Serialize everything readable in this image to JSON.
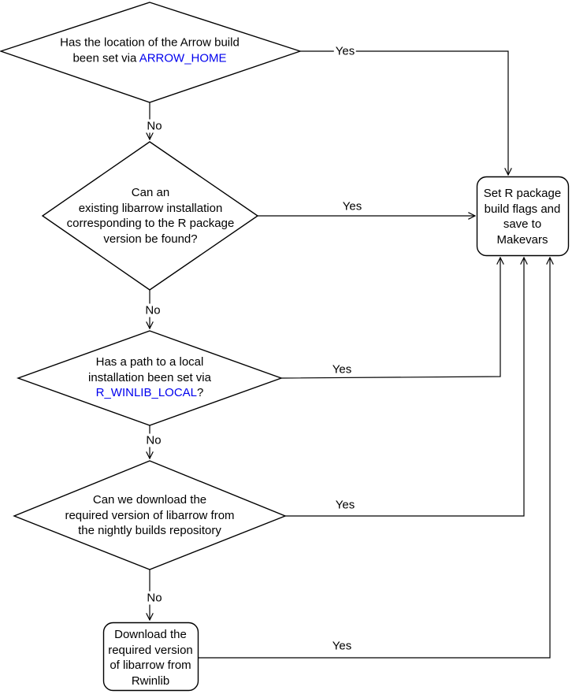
{
  "nodes": {
    "arrow_home": {
      "line1": "Has the location of the Arrow build",
      "line2_text": "been set via ",
      "line2_link": "ARROW_HOME"
    },
    "existing_libarrow": {
      "line1": "Can an",
      "line2": "existing libarrow installation",
      "line3": "corresponding to the R package",
      "line4": "version be found?"
    },
    "r_winlib_local": {
      "line1": "Has a path to a local",
      "line2": "installation been set via",
      "line3_link": "R_WINLIB_LOCAL",
      "line3_suffix": "?"
    },
    "nightly_builds": {
      "line1": "Can we download the",
      "line2": "required version of libarrow from",
      "line3": "the nightly builds repository"
    },
    "set_flags": {
      "line1": "Set R package",
      "line2": "build flags and",
      "line3": "save to",
      "line4": "Makevars"
    },
    "rwinlib": {
      "line1": "Download the",
      "line2": "required version",
      "line3": "of libarrow from",
      "line4": "Rwinlib"
    }
  },
  "edges": {
    "arrow_home_yes": "Yes",
    "arrow_home_no": "No",
    "existing_yes": "Yes",
    "existing_no": "No",
    "winlib_yes": "Yes",
    "winlib_no": "No",
    "nightly_yes": "Yes",
    "nightly_no": "No",
    "rwinlib_yes": "Yes"
  },
  "colors": {
    "link_blue": "#0000EE",
    "line_black": "#000000",
    "background": "#FFFFFF"
  }
}
